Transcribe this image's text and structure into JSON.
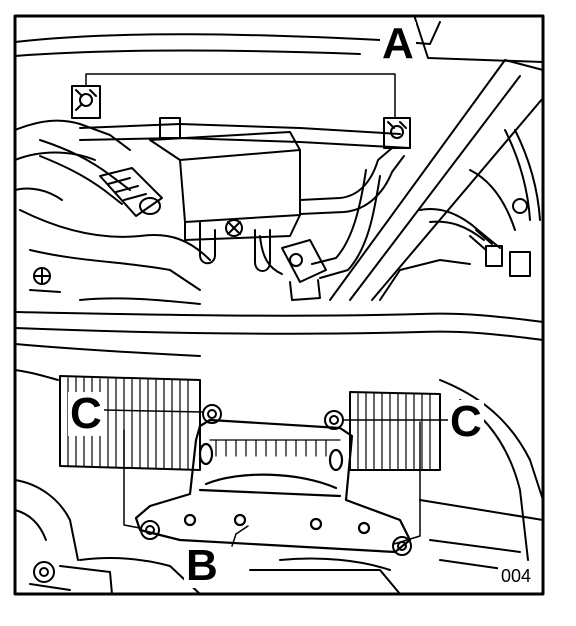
{
  "labels": {
    "a": "A",
    "b": "B",
    "c_left": "C",
    "c_right": "C",
    "figure_number": "004"
  },
  "colors": {
    "ink": "#000000",
    "paper": "#ffffff"
  }
}
